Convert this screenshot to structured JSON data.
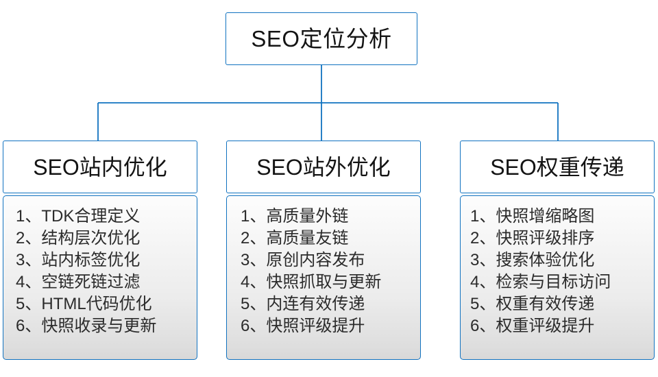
{
  "diagram": {
    "type": "org-chart",
    "accent_color": "#1072c0",
    "text_color": "#141414",
    "background": "#ffffff",
    "root": {
      "label": "SEO定位分析"
    },
    "branches": [
      {
        "id": "on-site",
        "title": "SEO站内优化",
        "items": [
          "1、TDK合理定义",
          "2、结构层次优化",
          "3、站内标签优化",
          "4、空链死链过滤",
          "5、HTML代码优化",
          "6、快照收录与更新"
        ]
      },
      {
        "id": "off-site",
        "title": "SEO站外优化",
        "items": [
          "1、高质量外链",
          "2、高质量友链",
          "3、原创内容发布",
          "4、快照抓取与更新",
          "5、内连有效传递",
          "6、快照评级提升"
        ]
      },
      {
        "id": "weight-transfer",
        "title": "SEO权重传递",
        "items": [
          "1、快照增缩略图",
          "2、快照评级排序",
          "3、搜索体验优化",
          "4、检索与目标访问",
          "5、权重有效传递",
          "6、权重评级提升"
        ]
      }
    ]
  }
}
